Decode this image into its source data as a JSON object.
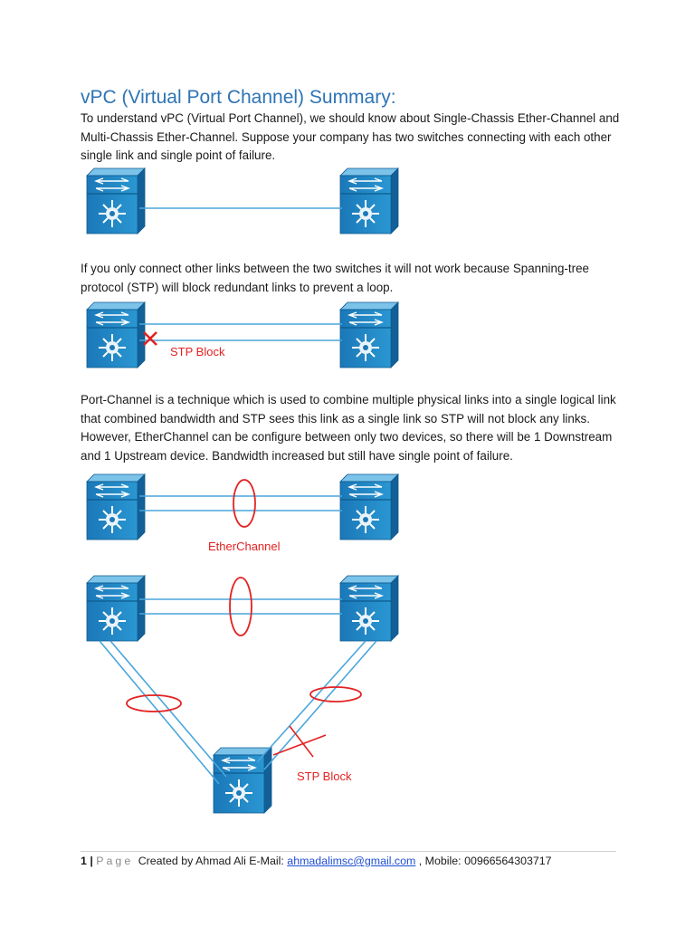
{
  "title": "vPC (Virtual Port Channel) Summary:",
  "paragraphs": {
    "p1": "To understand vPC (Virtual Port Channel), we should know about Single-Chassis Ether-Channel and Multi-Chassis Ether-Channel. Suppose your company has two switches connecting with each other single link and single point of failure.",
    "p2": "If you only connect other links between the two switches it will not work because Spanning-tree protocol (STP) will block redundant links to prevent a loop.",
    "p3": "Port-Channel is a technique which is used to combine multiple physical links into a single logical link that combined bandwidth and STP sees this link as a single link so STP will not block any links. However, EtherChannel can be configure between only two devices, so there will be 1 Downstream and 1 Upstream device. Bandwidth increased but still have single point of failure."
  },
  "diagram_labels": {
    "stp_block_1": "STP Block",
    "etherchannel": "EtherChannel",
    "stp_block_2": "STP Block"
  },
  "footer": {
    "page_number": "1",
    "separator": "|",
    "page_word": "Page",
    "created_by": "Created by Ahmad Ali E-Mail:",
    "email": "ahmadalimsc@gmail.com",
    "mobile": ", Mobile: 00966564303717"
  },
  "colors": {
    "title": "#2e74b5",
    "switch_body": "#1f86c4",
    "link": "#4aa6dc",
    "annotation": "#e32222"
  }
}
